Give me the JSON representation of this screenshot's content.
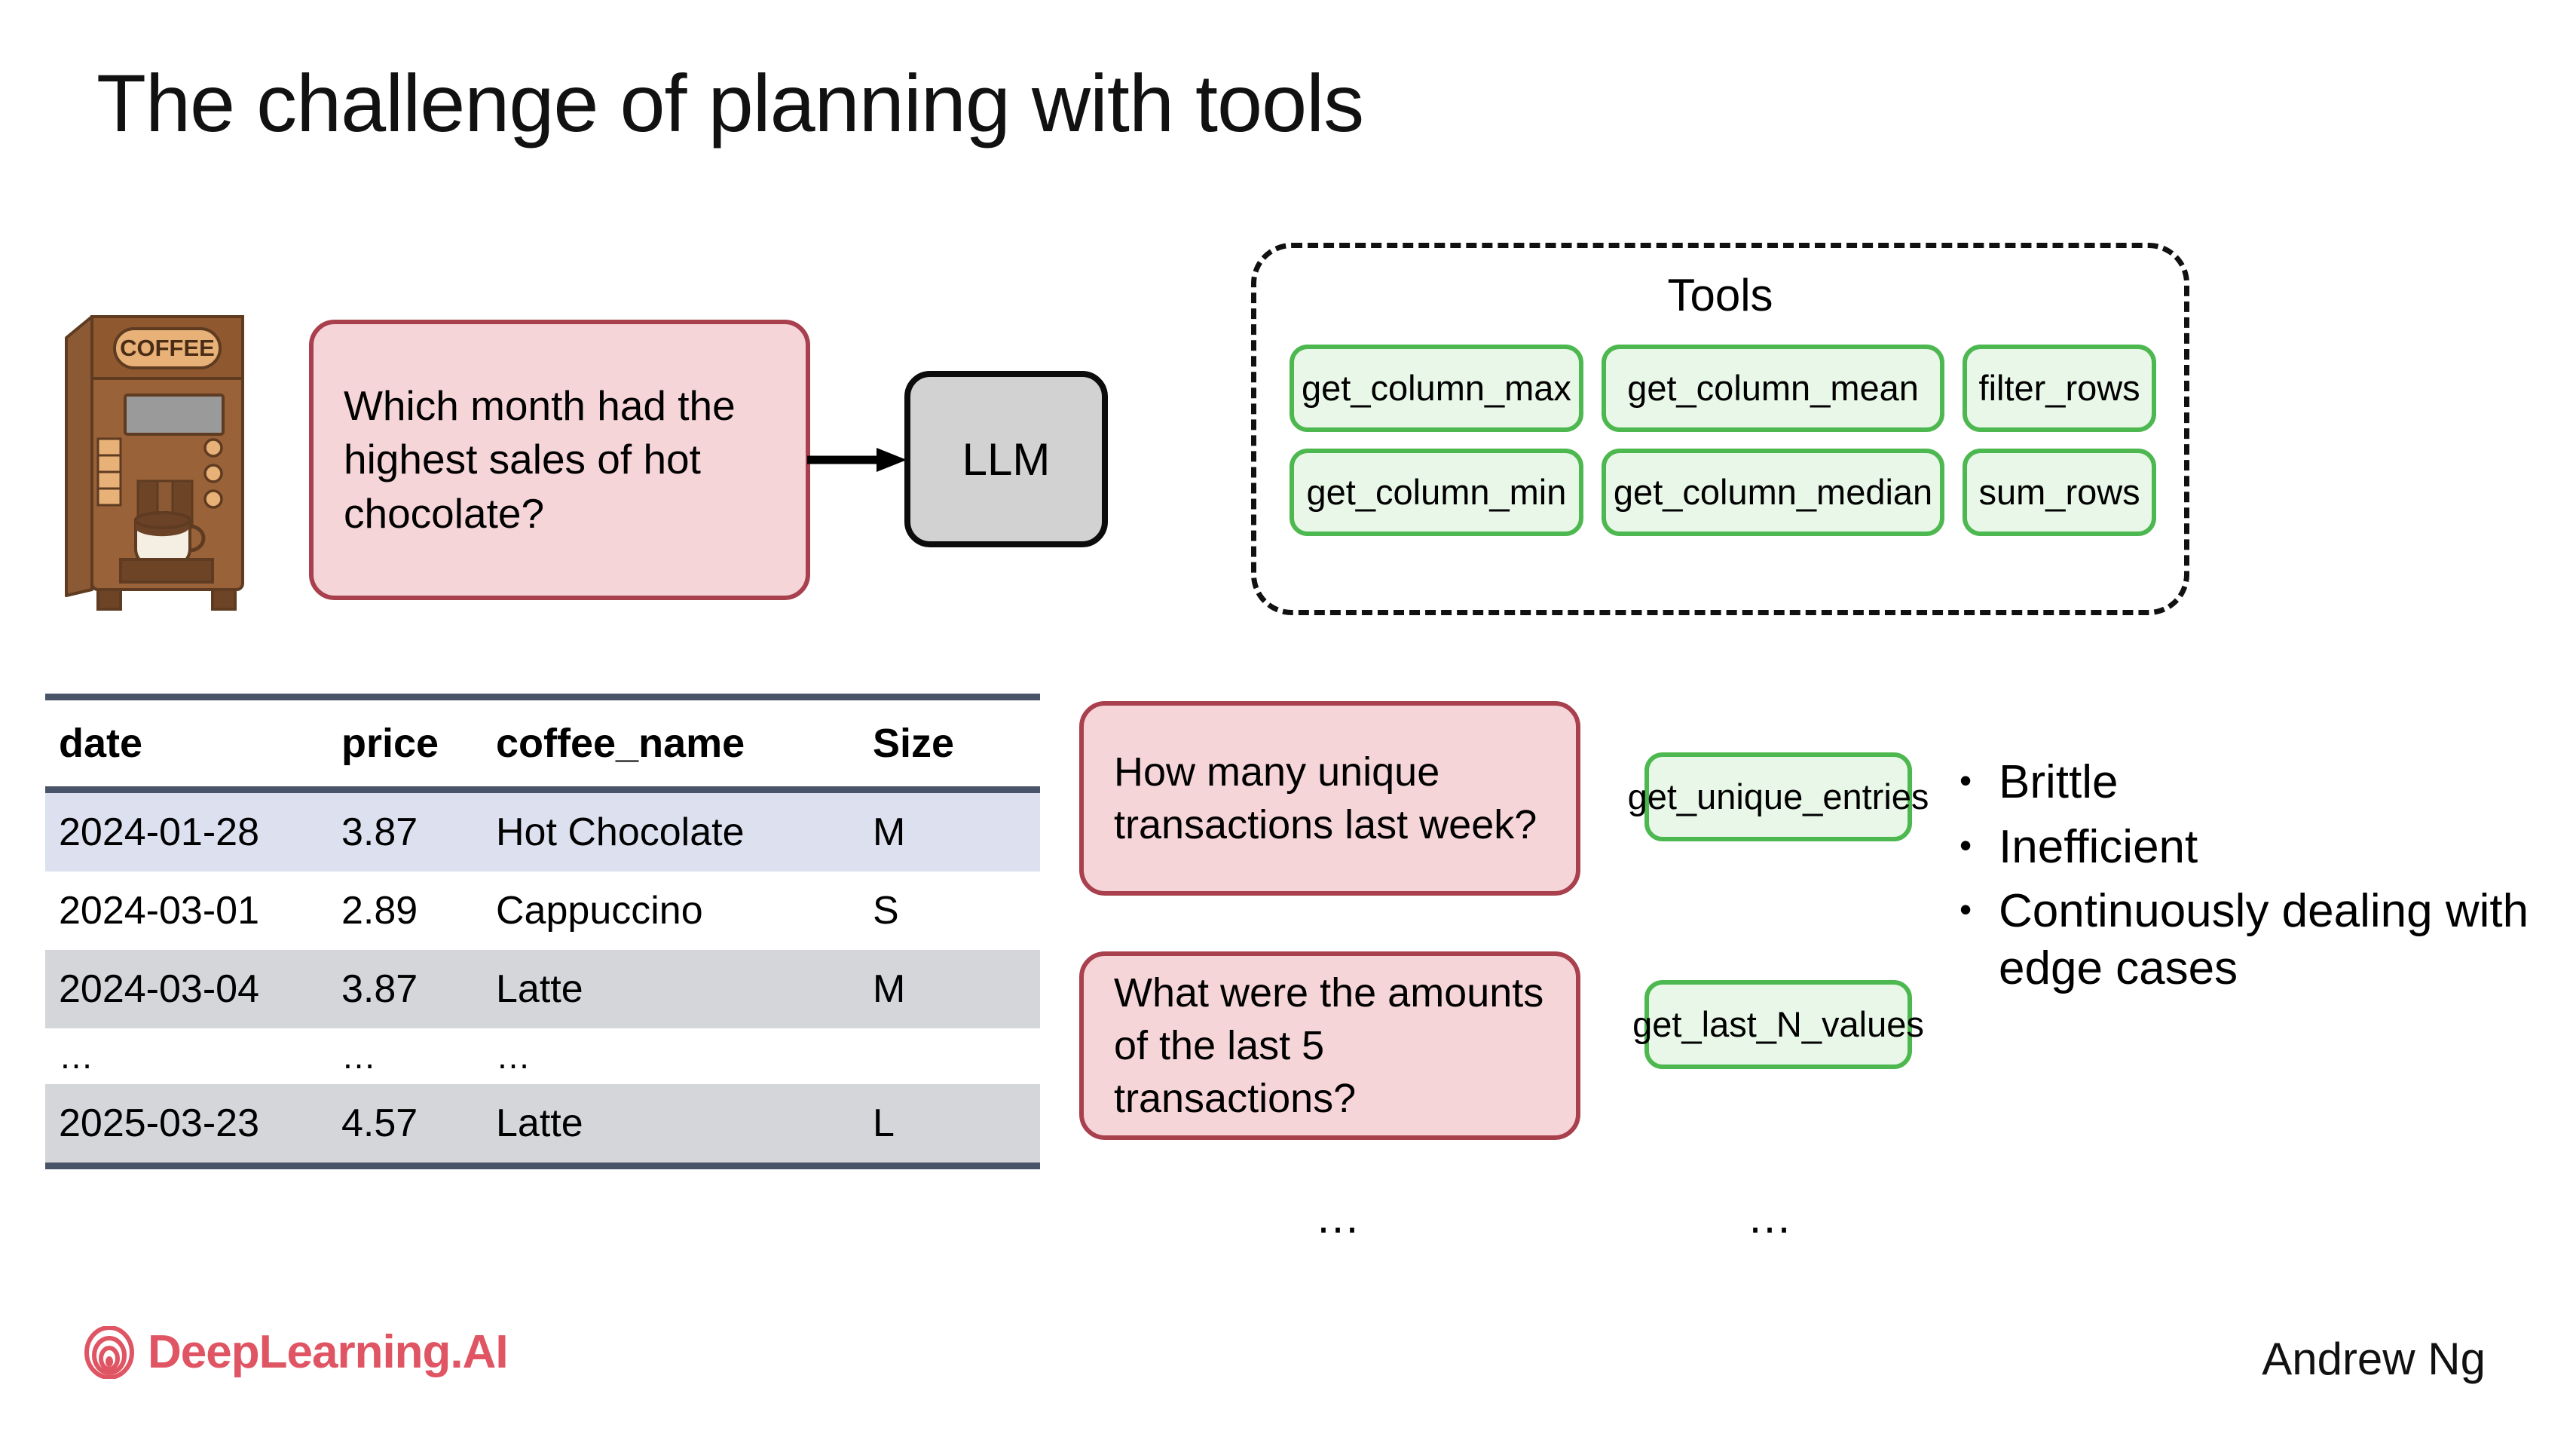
{
  "slide": {
    "title": "The challenge of planning with tools"
  },
  "colors": {
    "pink_fill": "#f6d5d9",
    "pink_border": "#a8404d",
    "green_fill": "#e9f7e8",
    "green_border": "#4cb84f",
    "llm_fill": "#d2d2d2",
    "table_rule": "#4a5468",
    "row_highlight": "#dde1ef",
    "row_gray": "#d4d6da",
    "brand_red": "#e05563"
  },
  "flow": {
    "machine_label": "COFFEE",
    "question": "Which month had the highest sales of hot chocolate?",
    "arrow": "arrow-right",
    "llm_label": "LLM"
  },
  "tools_panel": {
    "title": "Tools",
    "chips": [
      {
        "label": "get_column_max"
      },
      {
        "label": "get_column_mean"
      },
      {
        "label": "filter_rows"
      },
      {
        "label": "get_column_min"
      },
      {
        "label": "get_column_median"
      },
      {
        "label": "sum_rows"
      }
    ]
  },
  "table": {
    "headers": [
      "date",
      "price",
      "coffee_name",
      "Size"
    ],
    "rows": [
      {
        "style": "row-highlight",
        "cells": [
          "2024-01-28",
          "3.87",
          "Hot Chocolate",
          "M"
        ]
      },
      {
        "style": "row-plain",
        "cells": [
          "2024-03-01",
          "2.89",
          "Cappuccino",
          "S"
        ]
      },
      {
        "style": "row-gray",
        "cells": [
          "2024-03-04",
          "3.87",
          "Latte",
          "M"
        ]
      },
      {
        "style": "row-ellipsis",
        "cells": [
          "…",
          "…",
          "…",
          ""
        ]
      },
      {
        "style": "row-gray last-row",
        "cells": [
          "2025-03-23",
          "4.57",
          "Latte",
          "L"
        ]
      }
    ]
  },
  "examples": [
    {
      "question": "How many unique transactions last week?",
      "tool": "get_unique_entries"
    },
    {
      "question": "What were the amounts of the last 5 transactions?",
      "tool": "get_last_N_values"
    }
  ],
  "ellipses": {
    "questions": "…",
    "tools": "…"
  },
  "takeaways": {
    "bullet_glyph": "•",
    "items": [
      "Brittle",
      "Inefficient",
      "Continuously dealing with edge cases"
    ]
  },
  "footer": {
    "brand": "DeepLearning.AI",
    "author": "Andrew Ng"
  }
}
